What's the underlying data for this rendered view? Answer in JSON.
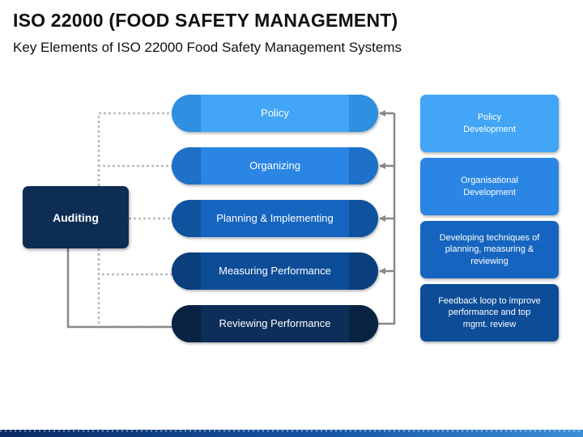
{
  "title": "ISO 22000 (FOOD SAFETY MANAGEMENT)",
  "subtitle": "Key Elements of ISO 22000 Food Safety Management Systems",
  "auditing": {
    "label": "Auditing"
  },
  "steps": [
    {
      "label": "Policy",
      "color": "#42a5f5",
      "accent": "#2f8fe0"
    },
    {
      "label": "Organizing",
      "color": "#2b85e4",
      "accent": "#1f70c8"
    },
    {
      "label": "Planning & Implementing",
      "color": "#1565c0",
      "accent": "#0f539f"
    },
    {
      "label": "Measuring Performance",
      "color": "#0d4d98",
      "accent": "#0a3e7d"
    },
    {
      "label": "Reviewing Performance",
      "color": "#0c2e58",
      "accent": "#082244"
    }
  ],
  "descriptions": [
    {
      "text": "Policy\nDevelopment",
      "color": "#42a5f5"
    },
    {
      "text": "Organisational\nDevelopment",
      "color": "#2b85e4"
    },
    {
      "text": "Developing techniques of\nplanning, measuring &\nreviewing",
      "color": "#1565c0"
    },
    {
      "text": "Feedback loop to improve\nperformance and top\nmgmt. review",
      "color": "#0d4d98"
    }
  ],
  "colors": {
    "connector": "#888888",
    "dotted": "#bbbbbb",
    "auditing_bg": "#0d2d55"
  }
}
